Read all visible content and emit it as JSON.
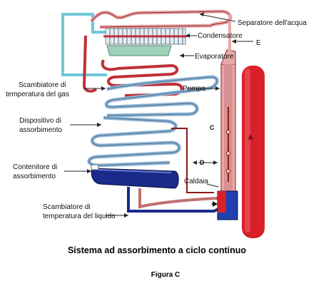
{
  "labels": {
    "water_separator": "Separatore dell'acqua",
    "condenser": "Condensatore",
    "letter_e": "E",
    "evaporator": "Evaporatore",
    "gas_exchanger_line1": "Scambiatore di",
    "gas_exchanger_line2": "temperatura del gas",
    "pump": "Pompa",
    "absorption_device_line1": "Dispositivo di",
    "absorption_device_line2": "assorbimento",
    "letter_c": "C",
    "letter_a": "A",
    "letter_d": "D",
    "absorber_tank_line1": "Contenitore di",
    "absorber_tank_line2": "assorbimento",
    "boiler": "Caldaia",
    "liquid_exchanger_line1": "Scambiatore di",
    "liquid_exchanger_line2": "temperatura del liquido"
  },
  "caption": "Sistema ad assorbimento a ciclo continuo",
  "figure_label": "Figura C",
  "colors": {
    "gas_pipe": "#8fb6d6",
    "cyan_pipe": "#6ec8d8",
    "red_pipe": "#c0303a",
    "pink_pipe": "#e8a8a8",
    "dark_red": "#8b1a1a",
    "absorber_blue": "#1a2a8a",
    "condenser_green": "#9fd0b8",
    "tank_red": "#d8202a",
    "boiler_fill": "#2040b0"
  }
}
